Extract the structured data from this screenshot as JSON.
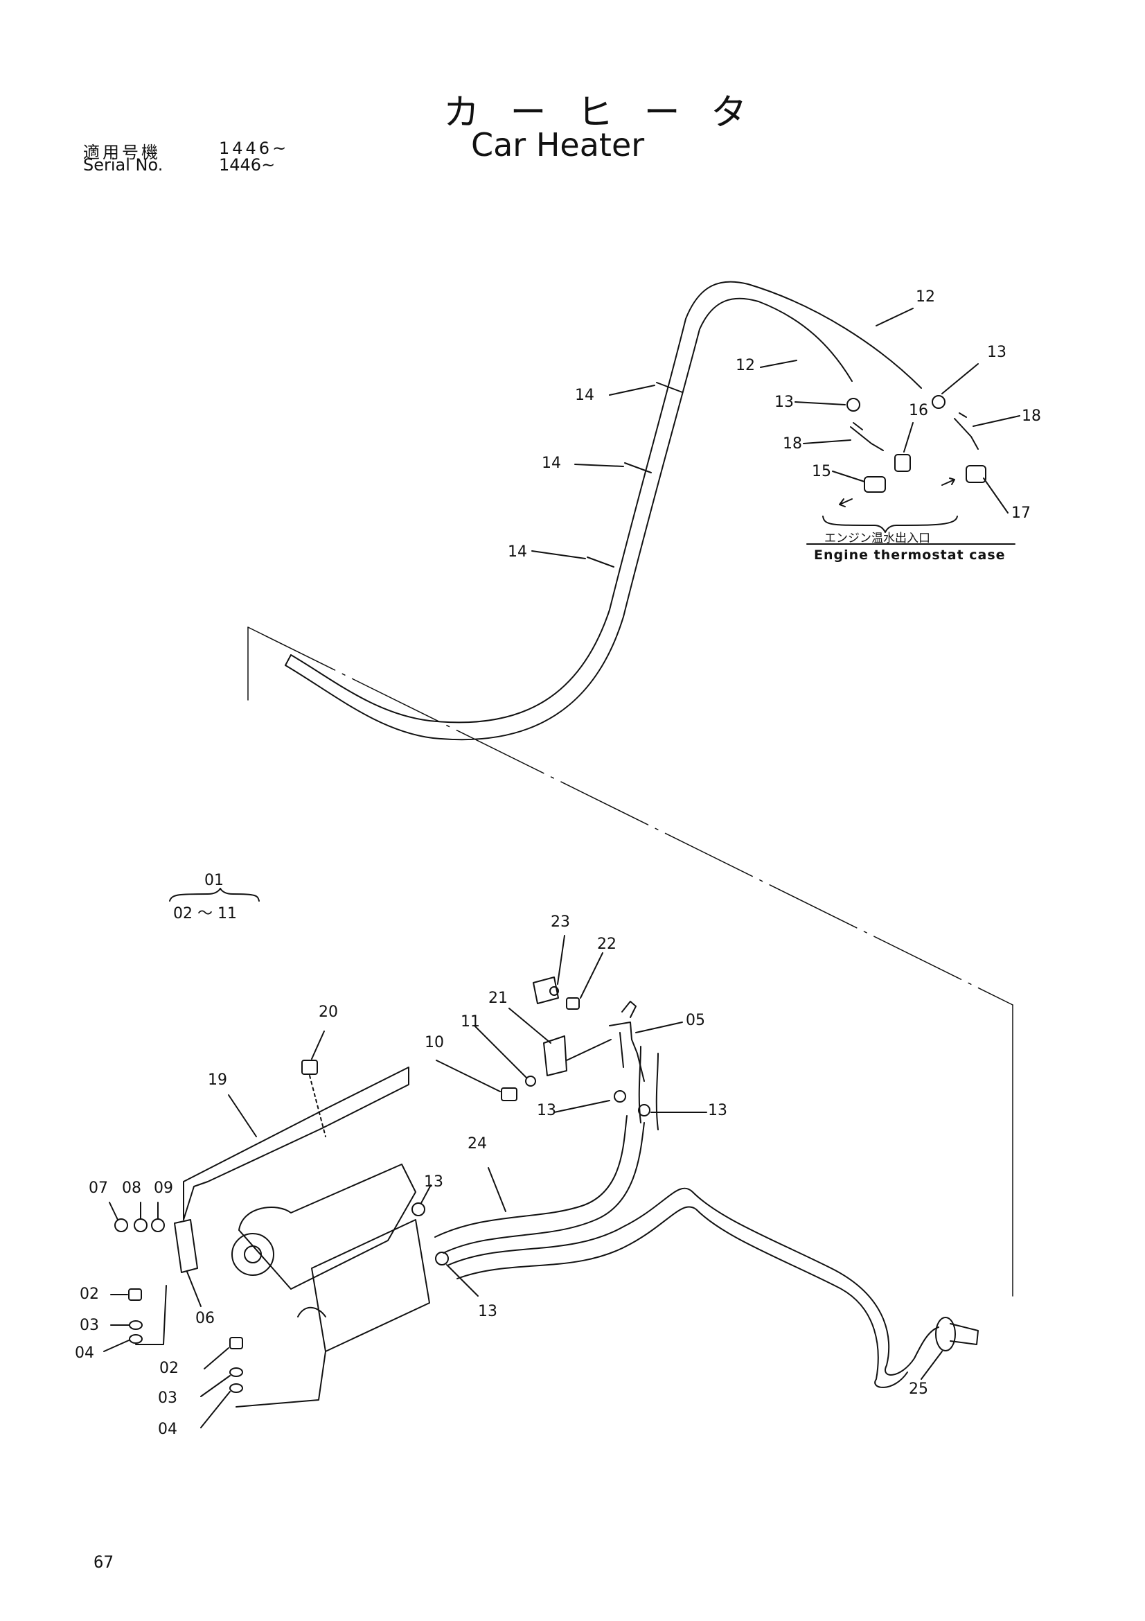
{
  "title": {
    "jp": "カ ー ヒ ー タ",
    "en": "Car Heater"
  },
  "serial": {
    "jp_label": "適用号機",
    "jp_value": "1446~",
    "en_label": "Serial No.",
    "en_value": "1446~"
  },
  "engine_note": {
    "jp": "エンジン温水出入口",
    "en": "Engine thermostat case"
  },
  "kit": {
    "top": "01",
    "bottom": "02 ～ 11"
  },
  "page_number": "67",
  "part_labels": {
    "p12a": "12",
    "p12b": "12",
    "p13a": "13",
    "p13b": "13",
    "p16": "16",
    "p18a": "18",
    "p18b": "18",
    "p15": "15",
    "p17": "17",
    "p14a": "14",
    "p14b": "14",
    "p14c": "14",
    "p23": "23",
    "p22": "22",
    "p21": "21",
    "p20": "20",
    "p11": "11",
    "p10": "10",
    "p05": "05",
    "p13c": "13",
    "p13d": "13",
    "p19": "19",
    "p24": "24",
    "p13e": "13",
    "p13f": "13",
    "p07": "07",
    "p08": "08",
    "p09": "09",
    "p02a": "02",
    "p03a": "03",
    "p04a": "04",
    "p06": "06",
    "p02b": "02",
    "p03b": "03",
    "p04b": "04",
    "p25": "25"
  },
  "colors": {
    "ink": "#111111",
    "paper": "#ffffff"
  }
}
